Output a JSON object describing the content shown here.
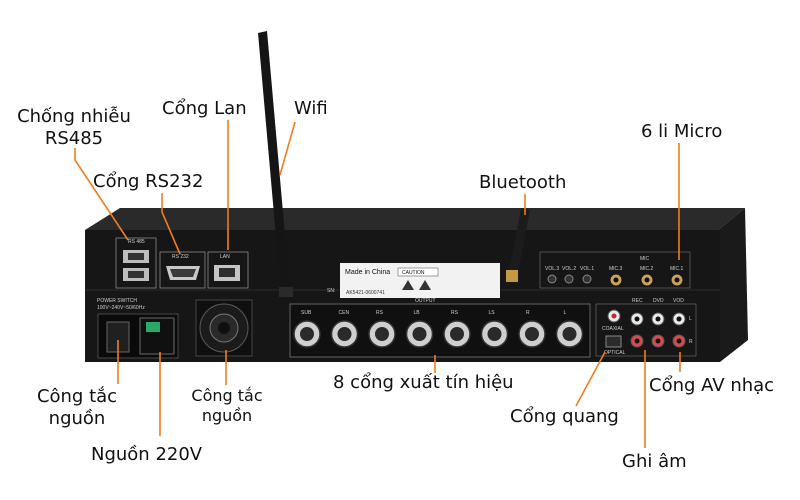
{
  "colors": {
    "leader": "#f07d1e",
    "chassis": "#161616",
    "panel": "#1e1e1e",
    "text": "#111111"
  },
  "labels": {
    "chong_nhieu": "Chống nhiễu\nRS485",
    "cong_lan": "Cổng Lan",
    "wifi": "Wifi",
    "cong_rs232": "Cổng RS232",
    "bluetooth": "Bluetooth",
    "six_li_micro": "6 li Micro",
    "cong_tac_nguon_left": "Công tắc\nnguồn",
    "cong_tac_nguon_mid": "Công tắc\nnguồn",
    "nguon_220v": "Nguồn 220V",
    "eight_cong": "8 cổng xuất tín hiệu",
    "cong_quang": "Cổng quang",
    "ghi_am": "Ghi âm",
    "cong_av": "Cổng AV nhạc"
  },
  "device": {
    "rs485": "RS 485",
    "rs232": "RS 232",
    "lan": "LAN",
    "made_in": "Made in China",
    "caution": "CAUTION",
    "serial": "SN:",
    "serial_no": "AK5421-0600741",
    "output": "OUTPUT",
    "mic": "MIC",
    "vol3": "VOL.3",
    "vol2": "VOL.2",
    "vol1": "VOL.1",
    "mic3": "MIC.3",
    "mic2": "MIC.2",
    "mic1": "MIC.1",
    "power_switch": "POWER SWITCH",
    "power_spec": "100V~240V~50/60Hz",
    "rec": "REC",
    "dvd": "DVD",
    "vod": "VOD",
    "coaxial": "COAXIAL",
    "optical": "OPTICAL",
    "ch_l": "L",
    "ch_r": "R",
    "outputs": [
      "SUB",
      "CEN",
      "RS",
      "LB",
      "RS",
      "LS",
      "R",
      "L"
    ]
  }
}
